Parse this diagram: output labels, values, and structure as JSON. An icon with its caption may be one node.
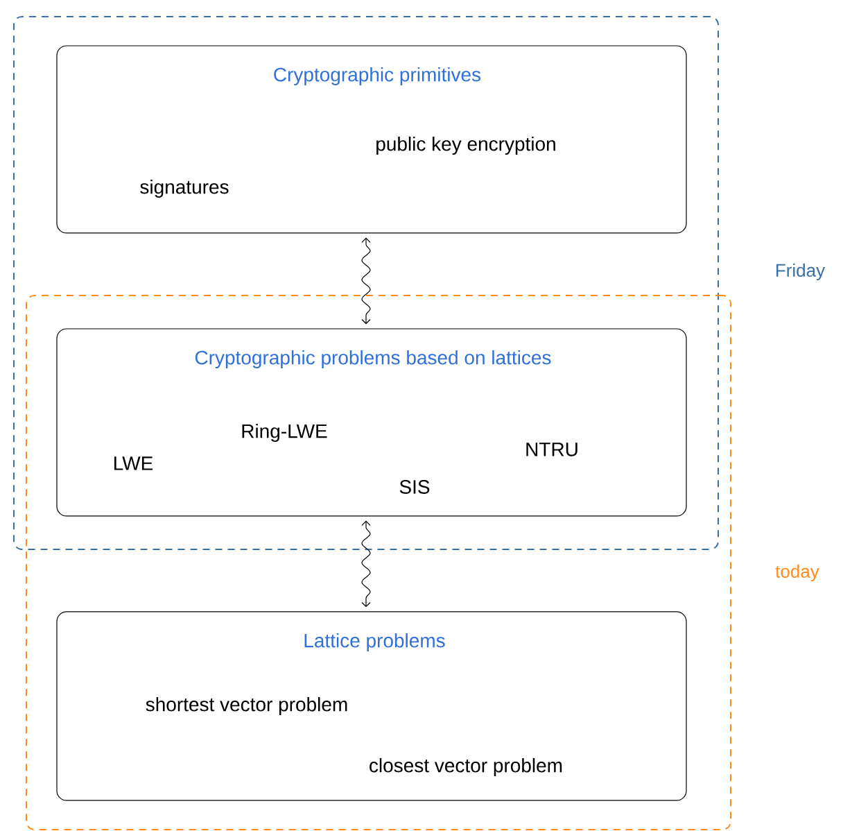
{
  "diagram": {
    "nodes": [
      {
        "text": [
          "Friday"
        ]
      },
      {
        "text": [
          "Cryptographic primitives",
          "public key encryption",
          "signatures"
        ],
        "in": 0
      },
      {
        "text": [
          "today"
        ]
      },
      {
        "text": [
          "Cryptographic problems based on lattices",
          "LWE",
          "Ring-LWE",
          "SIS",
          "NTRU"
        ]
      },
      {
        "text": [
          "Lattice problems",
          "shortest vector problem",
          "closest vector problem"
        ],
        "in": 2
      }
    ],
    "edges": [
      {
        "from": 1,
        "to": 3,
        "arrow": "both"
      },
      {
        "from": 3,
        "to": 4,
        "arrow": "both"
      }
    ]
  }
}
